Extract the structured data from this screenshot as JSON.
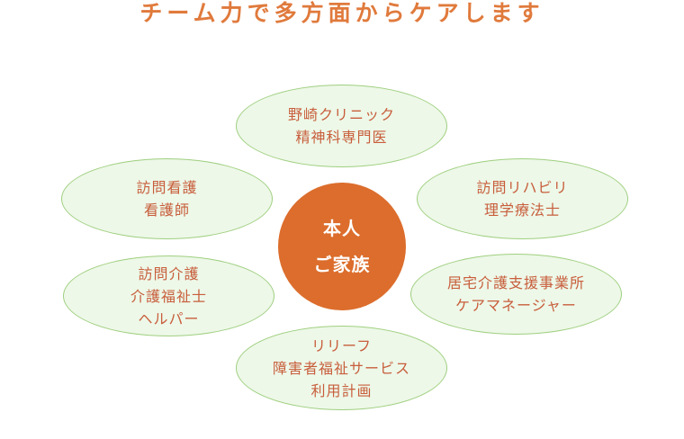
{
  "title": "チーム力で多方面からケアします",
  "center": {
    "line1": "本人",
    "line2": "ご家族"
  },
  "nodes": {
    "top": {
      "line1": "野崎クリニック",
      "line2": "精神科専門医"
    },
    "upper_left": {
      "line1": "訪問看護",
      "line2": "看護師"
    },
    "upper_right": {
      "line1": "訪問リハビリ",
      "line2": "理学療法士"
    },
    "lower_left": {
      "line1": "訪問介護",
      "line2": "介護福祉士",
      "line3": "ヘルパー"
    },
    "lower_right": {
      "line1": "居宅介護支援事業所",
      "line2": "ケアマネージャー"
    },
    "bottom": {
      "line1": "リリーフ",
      "line2": "障害者福祉サービス",
      "line3": "利用計画"
    }
  },
  "colors": {
    "accent": "#dc6d2c",
    "bubble_fill": "#edf8e8",
    "bubble_border": "#9fcf7f",
    "bubble_text": "#c85e3c"
  }
}
